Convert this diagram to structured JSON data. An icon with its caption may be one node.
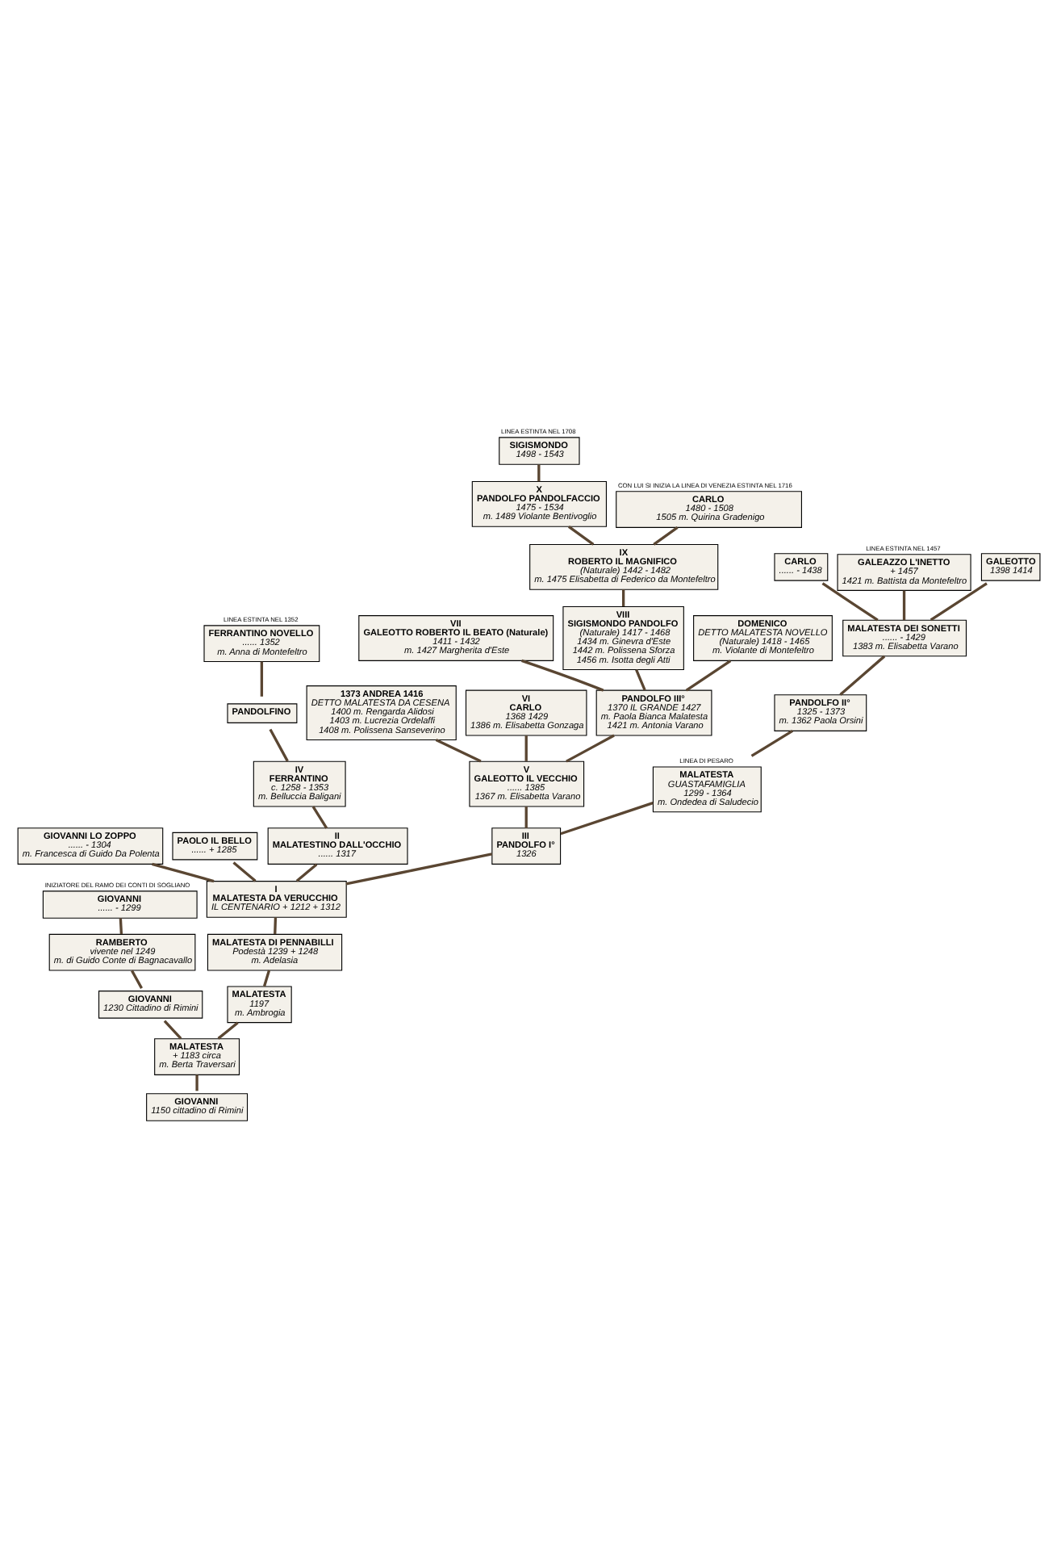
{
  "diagram": {
    "nodes": [
      {
        "text": [
          "SIGISMONDO",
          "1498 - 1543"
        ],
        "beside": [
          "LINEA ESTINTA NEL 1708"
        ]
      },
      {
        "text": [
          "CARLO",
          "...... - 1438"
        ]
      },
      {
        "text": [
          "GALEAZZO L'INETTO",
          "+ 1457",
          "1421 m. Battista da Montefeltro"
        ],
        "beside": [
          "LINEA ESTINTA NEL 1457"
        ]
      },
      {
        "text": [
          "GALEOTTO",
          "1398 1414"
        ]
      },
      {
        "text": [
          "X",
          "PANDOLFO PANDOLFACCIO",
          "1475 - 1534",
          "m. 1489 Violante Bentivoglio"
        ]
      },
      {
        "text": [
          "CARLO",
          "1480 - 1508",
          "1505 m. Quirina Gradenigo"
        ],
        "beside": [
          "CON LUI SI INIZIA LA LINEA DI VENEZIA ESTINTA NEL 1716"
        ]
      },
      {
        "text": [
          "IX",
          "ROBERTO IL MAGNIFICO",
          "(Naturale) 1442 - 1482",
          "m. 1475 Elisabetta di Federico da Montefeltro"
        ]
      },
      {
        "text": [
          "MALATESTA DEI SONETTI",
          "...... - 1429",
          "1383 m. Elisabetta Varano"
        ]
      },
      {
        "text": [
          "VII",
          "GALEOTTO ROBERTO IL BEATO (Naturale)",
          "1411 - 1432",
          "m. 1427 Margherita d'Este"
        ]
      },
      {
        "text": [
          "VIII",
          "SIGISMONDO PANDOLFO",
          "(Naturale) 1417 - 1468",
          "1434 m. Ginevra d'Este",
          "1442 m. Polissena Sforza",
          "1456 m. Isotta degli Atti"
        ]
      },
      {
        "text": [
          "DOMENICO",
          "DETTO MALATESTA NOVELLO",
          "(Naturale) 1418 - 1465",
          "m. Violante di Montefeltro"
        ]
      },
      {
        "text": [
          "FERRANTINO NOVELLO",
          "...... 1352",
          "m. Anna di Montefeltro"
        ],
        "beside": [
          "LINEA ESTINTA NEL 1352"
        ]
      },
      {
        "text": [
          "1373 ANDREA 1416",
          "DETTO MALATESTA DA CESENA",
          "1400 m. Rengarda Alidosi",
          "1403 m. Lucrezia Ordelaffi",
          "1408 m. Polissena Sanseverino"
        ]
      },
      {
        "text": [
          "PANDOLFO II°",
          "1325 - 1373",
          "m. 1362 Paola Orsini"
        ]
      },
      {
        "text": [
          "PANDOLFINO"
        ]
      },
      {
        "text": [
          "VI",
          "CARLO",
          "1368 1429",
          "1386 m. Elisabetta Gonzaga"
        ]
      },
      {
        "text": [
          "PANDOLFO III°",
          "1370 IL GRANDE 1427",
          "m. Paola Bianca Malatesta",
          "1421 m. Antonia Varano"
        ]
      },
      {
        "text": [
          "IV",
          "FERRANTINO",
          "c. 1258 - 1353",
          "m. Belluccia Baligani"
        ]
      },
      {
        "text": [
          "V",
          "GALEOTTO IL VECCHIO",
          "...... 1385",
          "1367 m. Elisabetta Varano"
        ]
      },
      {
        "text": [
          "MALATESTA",
          "GUASTAFAMIGLIA",
          "1299 - 1364",
          "m. Ondedea di Saludecio"
        ],
        "beside": [
          "LINEA DI PESARO"
        ]
      },
      {
        "text": [
          "GIOVANNI LO ZOPPO",
          "...... - 1304",
          "m. Francesca di Guido Da Polenta"
        ]
      },
      {
        "text": [
          "PAOLO IL BELLO",
          "...... + 1285"
        ]
      },
      {
        "text": [
          "II",
          "MALATESTINO DALL'OCCHIO",
          "...... 1317"
        ]
      },
      {
        "text": [
          "III",
          "PANDOLFO I°",
          "1326"
        ]
      },
      {
        "text": [
          "GIOVANNI",
          "...... - 1299"
        ],
        "beside": [
          "INIZIATORE DEL RAMO DEI CONTI DI SOGLIANO"
        ]
      },
      {
        "text": [
          "I",
          "MALATESTA DA VERUCCHIO",
          "IL CENTENARIO + 1212 + 1312"
        ]
      },
      {
        "text": [
          "RAMBERTO",
          "vivente nel 1249",
          "m. di Guido Conte di Bagnacavallo"
        ]
      },
      {
        "text": [
          "MALATESTA DI PENNABILLI",
          "Podestà 1239 + 1248",
          "m. Adelasia"
        ]
      },
      {
        "text": [
          "GIOVANNI",
          "1230 Cittadino di Rimini"
        ]
      },
      {
        "text": [
          "MALATESTA",
          "1197",
          "m. Ambrogia"
        ]
      },
      {
        "text": [
          "MALATESTA",
          "+ 1183 circa",
          "m. Berta Traversari"
        ]
      },
      {
        "text": [
          "GIOVANNI",
          "1150 cittadino di Rimini"
        ]
      }
    ],
    "edges": [
      {
        "from": 31,
        "to": 30,
        "arrow": "none"
      },
      {
        "from": 30,
        "to": 29,
        "arrow": "none"
      },
      {
        "from": 29,
        "to": 27,
        "arrow": "none"
      },
      {
        "from": 27,
        "to": 25,
        "arrow": "none"
      },
      {
        "from": 30,
        "to": 28,
        "arrow": "none"
      },
      {
        "from": 28,
        "to": 26,
        "arrow": "none"
      },
      {
        "from": 26,
        "to": 24,
        "arrow": "none"
      },
      {
        "from": 25,
        "to": 20,
        "arrow": "none"
      },
      {
        "from": 25,
        "to": 21,
        "arrow": "none"
      },
      {
        "from": 25,
        "to": 22,
        "arrow": "none"
      },
      {
        "from": 25,
        "to": 23,
        "arrow": "none"
      },
      {
        "from": 22,
        "to": 17,
        "arrow": "none"
      },
      {
        "from": 17,
        "to": 14,
        "arrow": "none"
      },
      {
        "from": 14,
        "to": 11,
        "arrow": "none"
      },
      {
        "from": 23,
        "to": 18,
        "arrow": "none"
      },
      {
        "from": 23,
        "to": 19,
        "arrow": "none"
      },
      {
        "from": 19,
        "to": 13,
        "arrow": "none"
      },
      {
        "from": 13,
        "to": 7,
        "arrow": "none"
      },
      {
        "from": 7,
        "to": 2,
        "arrow": "none"
      },
      {
        "from": 7,
        "to": 3,
        "arrow": "none"
      },
      {
        "from": 7,
        "to": 1,
        "arrow": "none"
      },
      {
        "from": 18,
        "to": 15,
        "arrow": "none"
      },
      {
        "from": 18,
        "to": 12,
        "arrow": "none"
      },
      {
        "from": 18,
        "to": 16,
        "arrow": "none"
      },
      {
        "from": 16,
        "to": 10,
        "arrow": "none"
      },
      {
        "from": 16,
        "to": 9,
        "arrow": "none"
      },
      {
        "from": 16,
        "to": 8,
        "arrow": "none"
      },
      {
        "from": 9,
        "to": 6,
        "arrow": "none"
      },
      {
        "from": 6,
        "to": 4,
        "arrow": "none"
      },
      {
        "from": 6,
        "to": 5,
        "arrow": "none"
      },
      {
        "from": 4,
        "to": 0,
        "arrow": "none"
      }
    ]
  }
}
